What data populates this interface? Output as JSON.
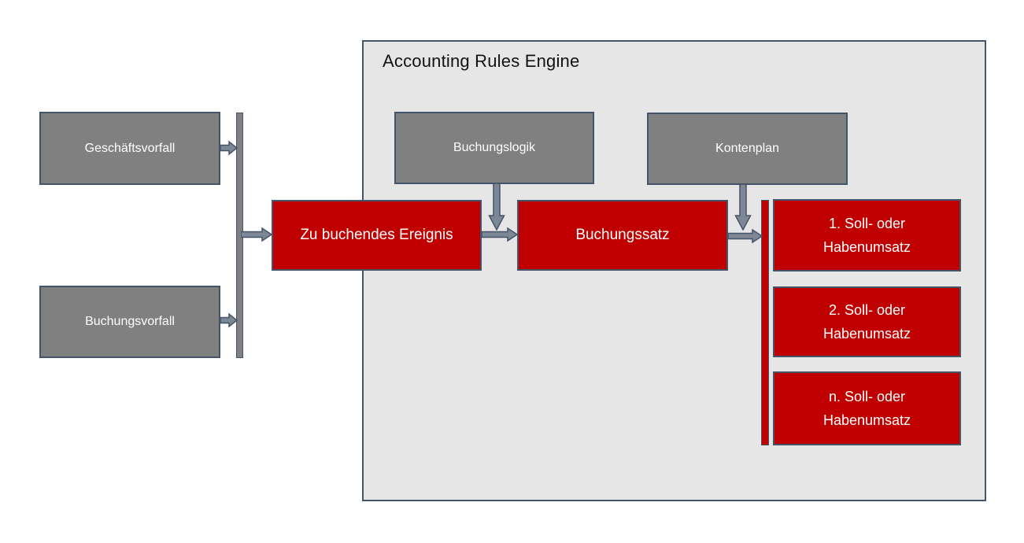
{
  "diagram": {
    "panel": {
      "title": "Accounting Rules Engine"
    },
    "nodes": {
      "geschaeftsvorfall": {
        "label": "Geschäftsvorfall"
      },
      "buchungsvorfall": {
        "label": "Buchungsvorfall"
      },
      "buchungslogik": {
        "label": "Buchungslogik"
      },
      "kontenplan": {
        "label": "Kontenplan"
      },
      "zu_buchendes_ereignis": {
        "label": "Zu buchendes Ereignis"
      },
      "buchungssatz": {
        "label": "Buchungssatz"
      },
      "umsatz_1": {
        "line1": "1. Soll- oder",
        "line2": "Habenumsatz"
      },
      "umsatz_2": {
        "line1": "2. Soll- oder",
        "line2": "Habenumsatz"
      },
      "umsatz_n": {
        "line1": "n. Soll- oder",
        "line2": "Habenumsatz"
      }
    },
    "colors": {
      "accent_red": "#C00000",
      "node_gray": "#808080",
      "border_blue": "#44546A",
      "panel_fill": "#E7E6E6",
      "arrow_fill": "#7D8795",
      "background": "#FFFFFF"
    }
  }
}
